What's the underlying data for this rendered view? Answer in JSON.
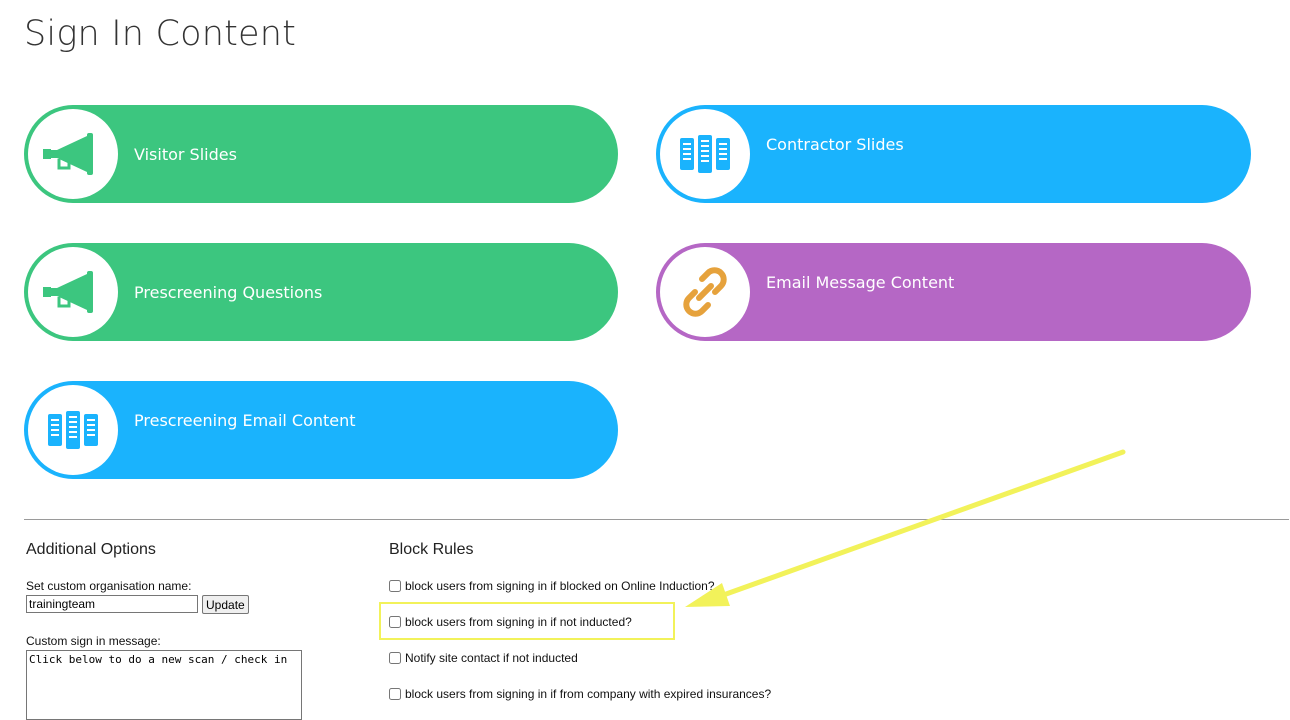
{
  "page": {
    "title": "Sign In Content"
  },
  "tiles": [
    {
      "label": "Visitor Slides",
      "icon": "megaphone-icon",
      "color": "#3cc67f"
    },
    {
      "label": "Contractor Slides",
      "icon": "columns-icon",
      "color": "#1ab3fd"
    },
    {
      "label": "Prescreening Questions",
      "icon": "megaphone-icon",
      "color": "#3cc67f"
    },
    {
      "label": "Email Message Content",
      "icon": "link-icon",
      "color": "#b567c5"
    },
    {
      "label": "Prescreening Email Content",
      "icon": "columns-icon",
      "color": "#1ab3fd"
    }
  ],
  "additional_options": {
    "heading": "Additional Options",
    "org_name_label": "Set custom organisation name:",
    "org_name_value": "trainingteam",
    "update_label": "Update",
    "message_label": "Custom sign in message:",
    "message_value": "Click below to do a new scan / check in"
  },
  "block_rules": {
    "heading": "Block Rules",
    "rules": [
      {
        "label": "block users from signing in if blocked on Online Induction?",
        "checked": false
      },
      {
        "label": "block users from signing in if not inducted?",
        "checked": false,
        "highlighted": true
      },
      {
        "label": "Notify site contact if not inducted",
        "checked": false
      },
      {
        "label": "block users from signing in if from company with expired insurances?",
        "checked": false
      }
    ]
  },
  "annotation": {
    "highlight_color": "#f2f25a"
  }
}
